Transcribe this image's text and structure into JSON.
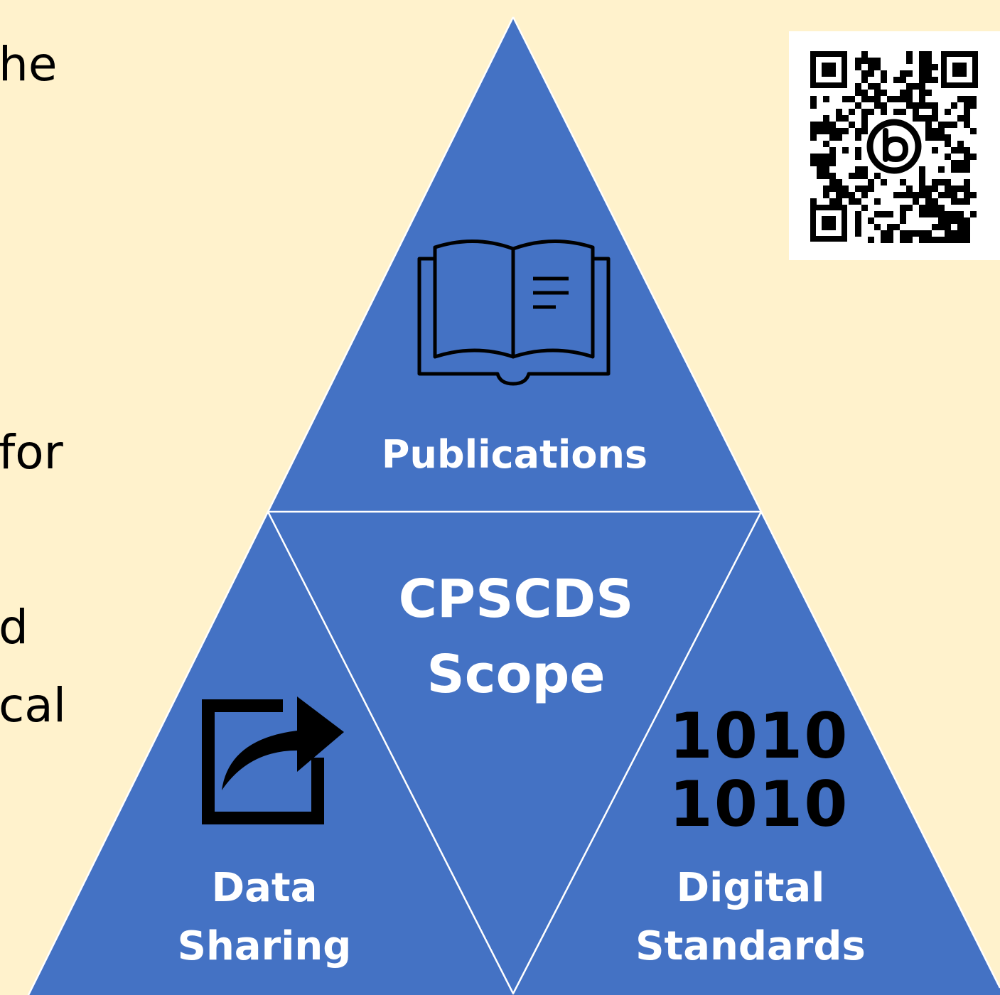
{
  "left_text_fragments": [
    "he",
    "for",
    "d",
    "cal"
  ],
  "diagram": {
    "center": [
      "CPSCDS",
      "Scope"
    ],
    "top": "Publications",
    "bottom_left": [
      "Data",
      "Sharing"
    ],
    "bottom_right": [
      "Digital",
      "Standards"
    ],
    "binary_glyphs": [
      "1010",
      "1010"
    ]
  },
  "colors": {
    "background": "#FFF2CC",
    "triangle_fill": "#4472C4",
    "divider": "#FFFFFF",
    "text_light": "#FFFFFF",
    "icon_dark": "#000000"
  },
  "icons": {
    "top": "open-book-icon",
    "bottom_left": "share-arrow-icon",
    "bottom_right": "binary-code-icon",
    "corner": "qr-code"
  }
}
